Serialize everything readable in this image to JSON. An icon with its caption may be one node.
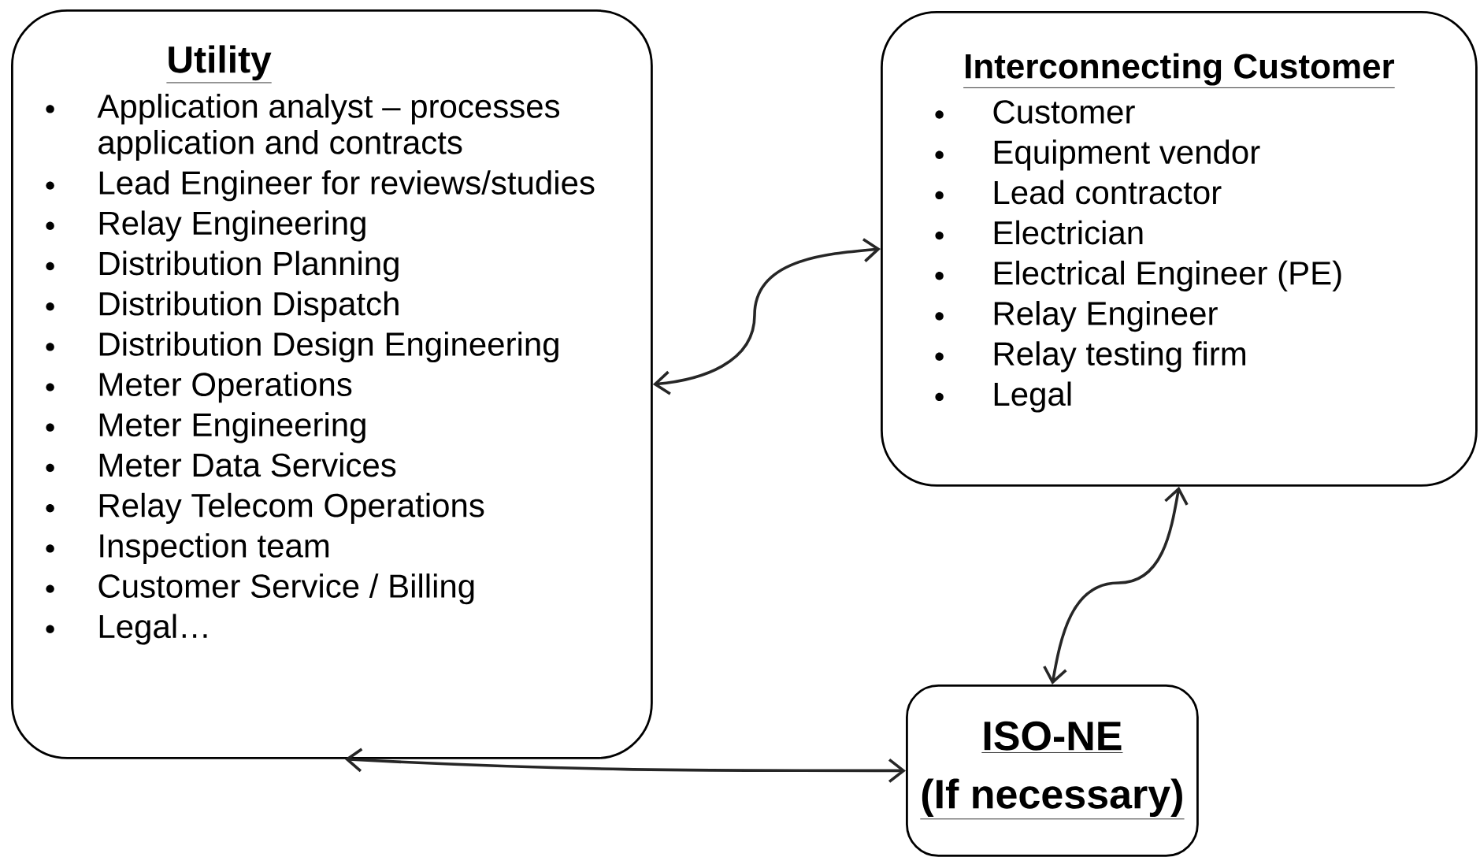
{
  "diagram": {
    "nodes": [
      {
        "text": [
          "Utility",
          "Application analyst – processes application and contracts",
          "Lead Engineer for reviews/studies",
          "Relay Engineering",
          "Distribution Planning",
          "Distribution Dispatch",
          "Distribution Design Engineering",
          "Meter Operations",
          "Meter Engineering",
          "Meter Data Services",
          "Relay Telecom Operations",
          "Inspection team",
          "Customer Service / Billing",
          "Legal…"
        ]
      },
      {
        "text": [
          "Interconnecting Customer",
          "Customer",
          "Equipment vendor",
          "Lead contractor",
          "Electrician",
          "Electrical Engineer (PE)",
          "Relay Engineer",
          "Relay testing firm",
          "Legal"
        ]
      },
      {
        "text": [
          "ISO-NE",
          "(If necessary)"
        ]
      }
    ],
    "edges": [
      {
        "from": 0,
        "to": 1,
        "arrow": "both"
      },
      {
        "from": 1,
        "to": 2,
        "arrow": "both"
      },
      {
        "from": 0,
        "to": 2,
        "arrow": "both"
      }
    ]
  }
}
